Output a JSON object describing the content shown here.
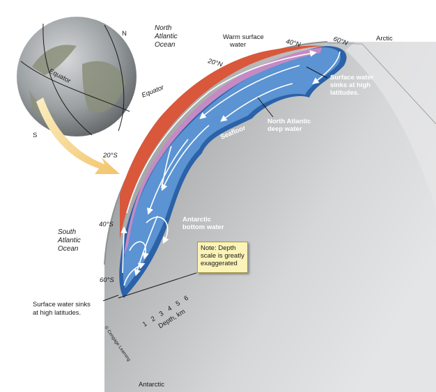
{
  "labels": {
    "north": "N",
    "south": "S",
    "globe_equator": "Equator",
    "north_atlantic_ocean": "North\nAtlantic\nOcean",
    "warm_surface_water": "Warm surface\nwater",
    "arctic": "Arctic",
    "lat_40n": "40°N",
    "lat_60n": "60°N",
    "lat_20n": "20°N",
    "equator": "Equator",
    "lat_20s": "20°S",
    "lat_40s": "40°S",
    "lat_60s": "60°S",
    "surface_sinks_high": "Surface water\nsinks at high\nlatitudes.",
    "north_atlantic_deep": "North Atlantic\ndeep water",
    "seafloor": "Seafloor",
    "antarctic_bottom": "Antarctic\nbottom water",
    "south_atlantic_ocean": "South\nAtlantic\nOcean",
    "surface_sinks_left": "Surface water sinks\nat high latitudes.",
    "depth_label": "Depth, km",
    "depth_ticks": [
      "1",
      "2",
      "3",
      "4",
      "5",
      "6"
    ],
    "copyright": "© Cengage Learning",
    "antarctic": "Antarctic"
  },
  "note": "Note: Depth\nscale is greatly\nexaggerated",
  "colors": {
    "surface_warm": "#d9573a",
    "intermediate": "#c58ac4",
    "deep_water": "#5b93d3",
    "bottom_water": "#2b62a8",
    "globe_land": "#8a8f7a",
    "globe_sea": "#9da3a6",
    "cross_section": "#b8babb",
    "arrow_highlight": "#f6d58a"
  }
}
